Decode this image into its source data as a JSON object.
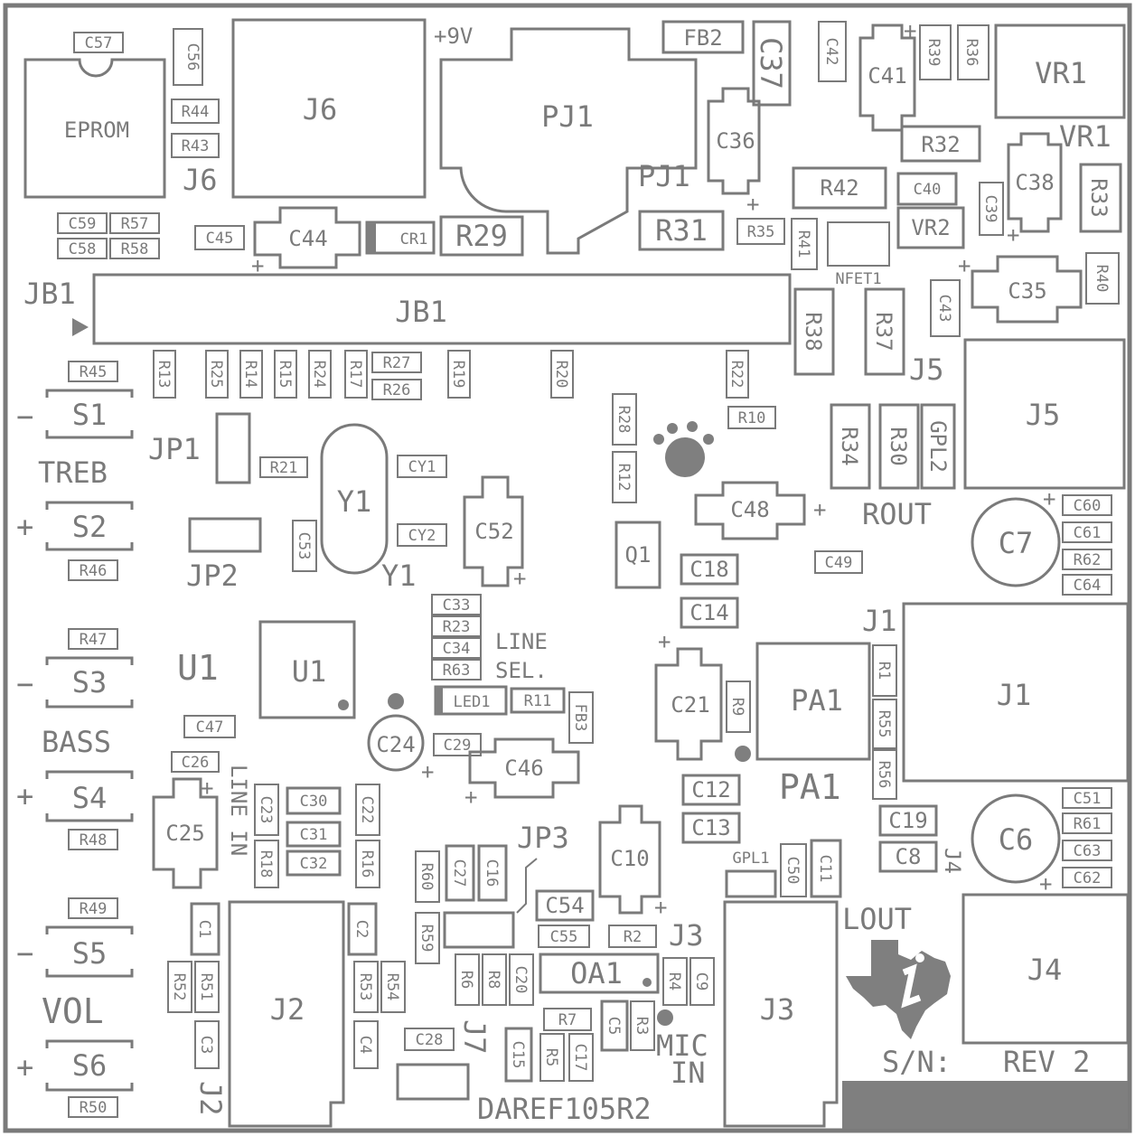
{
  "colors": {
    "ink": "#7a7a7a",
    "fill": "#7f7f7f",
    "bg": "#ffffff"
  },
  "board_id": "DAREF105R2",
  "serial_label": "S/N:",
  "revision": "REV 2",
  "icons": {
    "logo": "ti-texas-logo-icon",
    "paw": "paw-print-icon",
    "pin1": "pin1-triangle-icon"
  },
  "legend": {
    "plus9v": "+9V",
    "treb": "TREB",
    "bass": "BASS",
    "vol": "VOL",
    "line_sel": "LINE",
    "line_sel2": "SEL.",
    "line_in": "LINE IN",
    "mic": "MIC",
    "mic2": "IN",
    "rout": "ROUT",
    "lout": "LOUT",
    "minus": "−",
    "plus": "+"
  },
  "components": {
    "eprom": "EPROM",
    "c57": "C57",
    "c56": "C56",
    "r44": "R44",
    "r43": "R43",
    "j6": "J6",
    "j6_label": "J6",
    "pj1": "PJ1",
    "pj1_label": "PJ1",
    "fb2": "FB2",
    "c37": "C37",
    "c42": "C42",
    "c41": "C41",
    "r39": "R39",
    "r36": "R36",
    "vr1": "VR1",
    "vr1_label": "VR1",
    "c36": "C36",
    "r32": "R32",
    "c38": "C38",
    "r33": "R33",
    "r42": "R42",
    "c40": "C40",
    "c39": "C39",
    "vr2": "VR2",
    "r41": "R41",
    "nfet1": "NFET1",
    "c35": "C35",
    "r40": "R40",
    "c43": "C43",
    "c59": "C59",
    "r57": "R57",
    "c58": "C58",
    "r58": "R58",
    "c45": "C45",
    "c44": "C44",
    "cr1": "CR1",
    "r29": "R29",
    "r31": "R31",
    "r35": "R35",
    "jb1": "JB1",
    "jb1_label": "JB1",
    "r38": "R38",
    "r37": "R37",
    "j5": "J5",
    "j5_label": "J5",
    "r45": "R45",
    "r13": "R13",
    "r25": "R25",
    "r14": "R14",
    "r15": "R15",
    "r24": "R24",
    "r17": "R17",
    "r27": "R27",
    "r26": "R26",
    "r19": "R19",
    "r20": "R20",
    "r22": "R22",
    "r10": "R10",
    "r28": "R28",
    "r12": "R12",
    "r34": "R34",
    "r30": "R30",
    "gpl2": "GPL2",
    "s1": "S1",
    "jp1": "JP1",
    "r21": "R21",
    "y1": "Y1",
    "y1_label": "Y1",
    "cy1": "CY1",
    "cy2": "CY2",
    "c52": "C52",
    "c48": "C48",
    "c60": "C60",
    "c61": "C61",
    "c62b": "R62",
    "c64": "C64",
    "c7": "C7",
    "s2": "S2",
    "r46": "R46",
    "jp2": "JP2",
    "c53": "C53",
    "q1": "Q1",
    "c18": "C18",
    "c49": "C49",
    "c33": "C33",
    "r23": "R23",
    "c34": "C34",
    "r63": "R63",
    "c14": "C14",
    "j1": "J1",
    "j1_label": "J1",
    "r47": "R47",
    "s3": "S3",
    "u1": "U1",
    "u1_label": "U1",
    "led1": "LED1",
    "r11": "R11",
    "fb3": "FB3",
    "c21": "C21",
    "r9": "R9",
    "pa1": "PA1",
    "pa1_label": "PA1",
    "r1": "R1",
    "r55": "R55",
    "r56": "R56",
    "c47": "C47",
    "c24": "C24",
    "c29": "C29",
    "c46": "C46",
    "c26": "C26",
    "s4": "S4",
    "c23": "C23",
    "c30": "C30",
    "c22": "C22",
    "c31": "C31",
    "c12": "C12",
    "c13": "C13",
    "c51": "C51",
    "r61": "R61",
    "c63": "C63",
    "c62": "C62",
    "c19": "C19",
    "c6": "C6",
    "c8": "C8",
    "j4_label": "J4",
    "c25": "C25",
    "r18": "R18",
    "c32": "C32",
    "r16": "R16",
    "r48": "R48",
    "r60": "R60",
    "c27": "C27",
    "c16": "C16",
    "jp3": "JP3",
    "c10": "C10",
    "gpl1": "GPL1",
    "c50": "C50",
    "c11": "C11",
    "r49": "R49",
    "c1": "C1",
    "c2": "C2",
    "c54": "C54",
    "c55": "C55",
    "r2": "R2",
    "j3_label": "J3",
    "r59": "R59",
    "s5": "S5",
    "j2": "J2",
    "j2_label": "J2",
    "r52": "R52",
    "r51": "R51",
    "r53": "R53",
    "r54": "R54",
    "r6": "R6",
    "r8": "R8",
    "c20": "C20",
    "oa1": "OA1",
    "r4": "R4",
    "c9": "C9",
    "j3": "J3",
    "j4": "J4",
    "c3": "C3",
    "c4": "C4",
    "c28": "C28",
    "j7": "J7",
    "r7": "R7",
    "c5": "C5",
    "r3": "R3",
    "c15": "C15",
    "r5": "R5",
    "c17": "C17",
    "r50": "R50",
    "s6": "S6"
  }
}
